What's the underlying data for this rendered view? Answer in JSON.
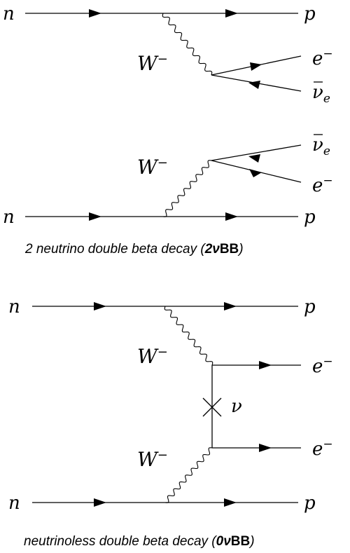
{
  "diagram_a": {
    "label_n_top": "n",
    "label_p_top": "p",
    "label_w_top": "W",
    "label_w_top_sup": "−",
    "label_e_top": "e",
    "label_e_top_sup": "−",
    "label_nubar_top": "ν",
    "label_nubar_top_sub": "e",
    "label_nubar_bot": "ν",
    "label_nubar_bot_sub": "e",
    "label_e_bot": "e",
    "label_e_bot_sup": "−",
    "label_w_bot": "W",
    "label_w_bot_sup": "−",
    "label_n_bot": "n",
    "label_p_bot": "p",
    "caption_prefix": "2 neutrino double beta decay (",
    "caption_bold": "2ν",
    "caption_bold2": "BB",
    "caption_suffix": ")"
  },
  "diagram_b": {
    "label_n_top": "n",
    "label_p_top": "p",
    "label_w_top": "W",
    "label_w_top_sup": "−",
    "label_e_top": "e",
    "label_e_top_sup": "−",
    "label_nu": "ν",
    "label_w_bot": "W",
    "label_w_bot_sup": "−",
    "label_e_bot": "e",
    "label_e_bot_sup": "−",
    "label_n_bot": "n",
    "label_p_bot": "p",
    "caption_prefix": "neutrinoless double beta decay (",
    "caption_bold": "0ν",
    "caption_bold2": "BB",
    "caption_suffix": ")"
  }
}
